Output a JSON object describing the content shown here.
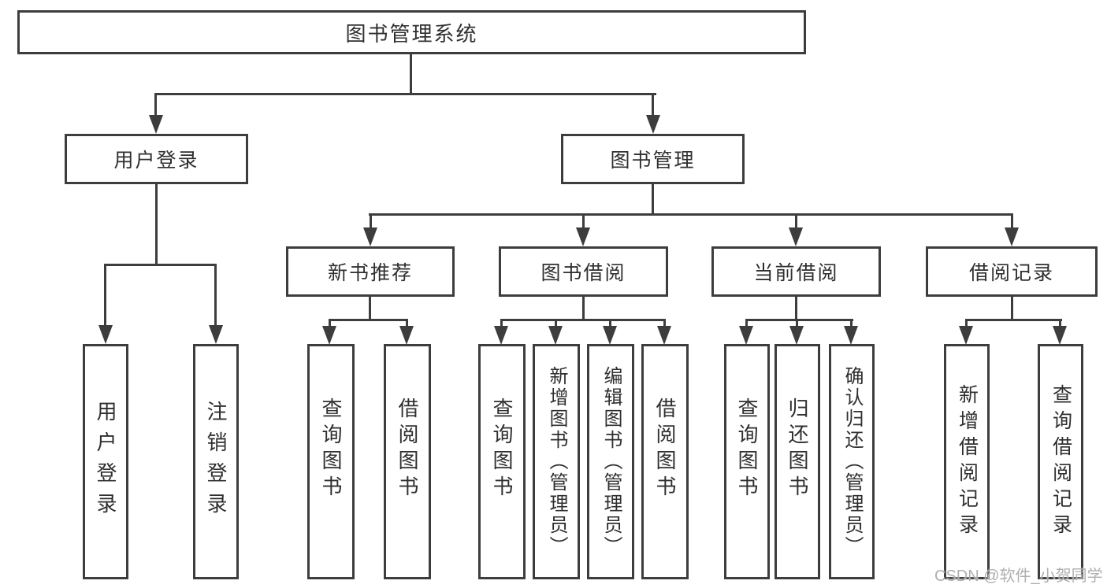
{
  "diagram": {
    "title": "图书管理系统",
    "branches": [
      {
        "label": "用户登录",
        "children": [
          {
            "label": "用户登录"
          },
          {
            "label": "注销登录"
          }
        ]
      },
      {
        "label": "图书管理",
        "children": [
          {
            "label": "新书推荐",
            "children": [
              {
                "label": "查询图书"
              },
              {
                "label": "借阅图书"
              }
            ]
          },
          {
            "label": "图书借阅",
            "children": [
              {
                "label": "查询图书"
              },
              {
                "label": "新增图书（管理员）"
              },
              {
                "label": "编辑图书（管理员）"
              },
              {
                "label": "借阅图书"
              }
            ]
          },
          {
            "label": "当前借阅",
            "children": [
              {
                "label": "查询图书"
              },
              {
                "label": "归还图书"
              },
              {
                "label": "确认归还（管理员）"
              }
            ]
          },
          {
            "label": "借阅记录",
            "children": [
              {
                "label": "新增借阅记录"
              },
              {
                "label": "查询借阅记录"
              }
            ]
          }
        ]
      }
    ]
  },
  "watermark": {
    "text": "CSDN @软件_小贺同学"
  },
  "colors": {
    "line": "#3d3d3d",
    "text": "#2f2f2f",
    "background": "#ffffff",
    "watermark": "#a8a8a8"
  }
}
